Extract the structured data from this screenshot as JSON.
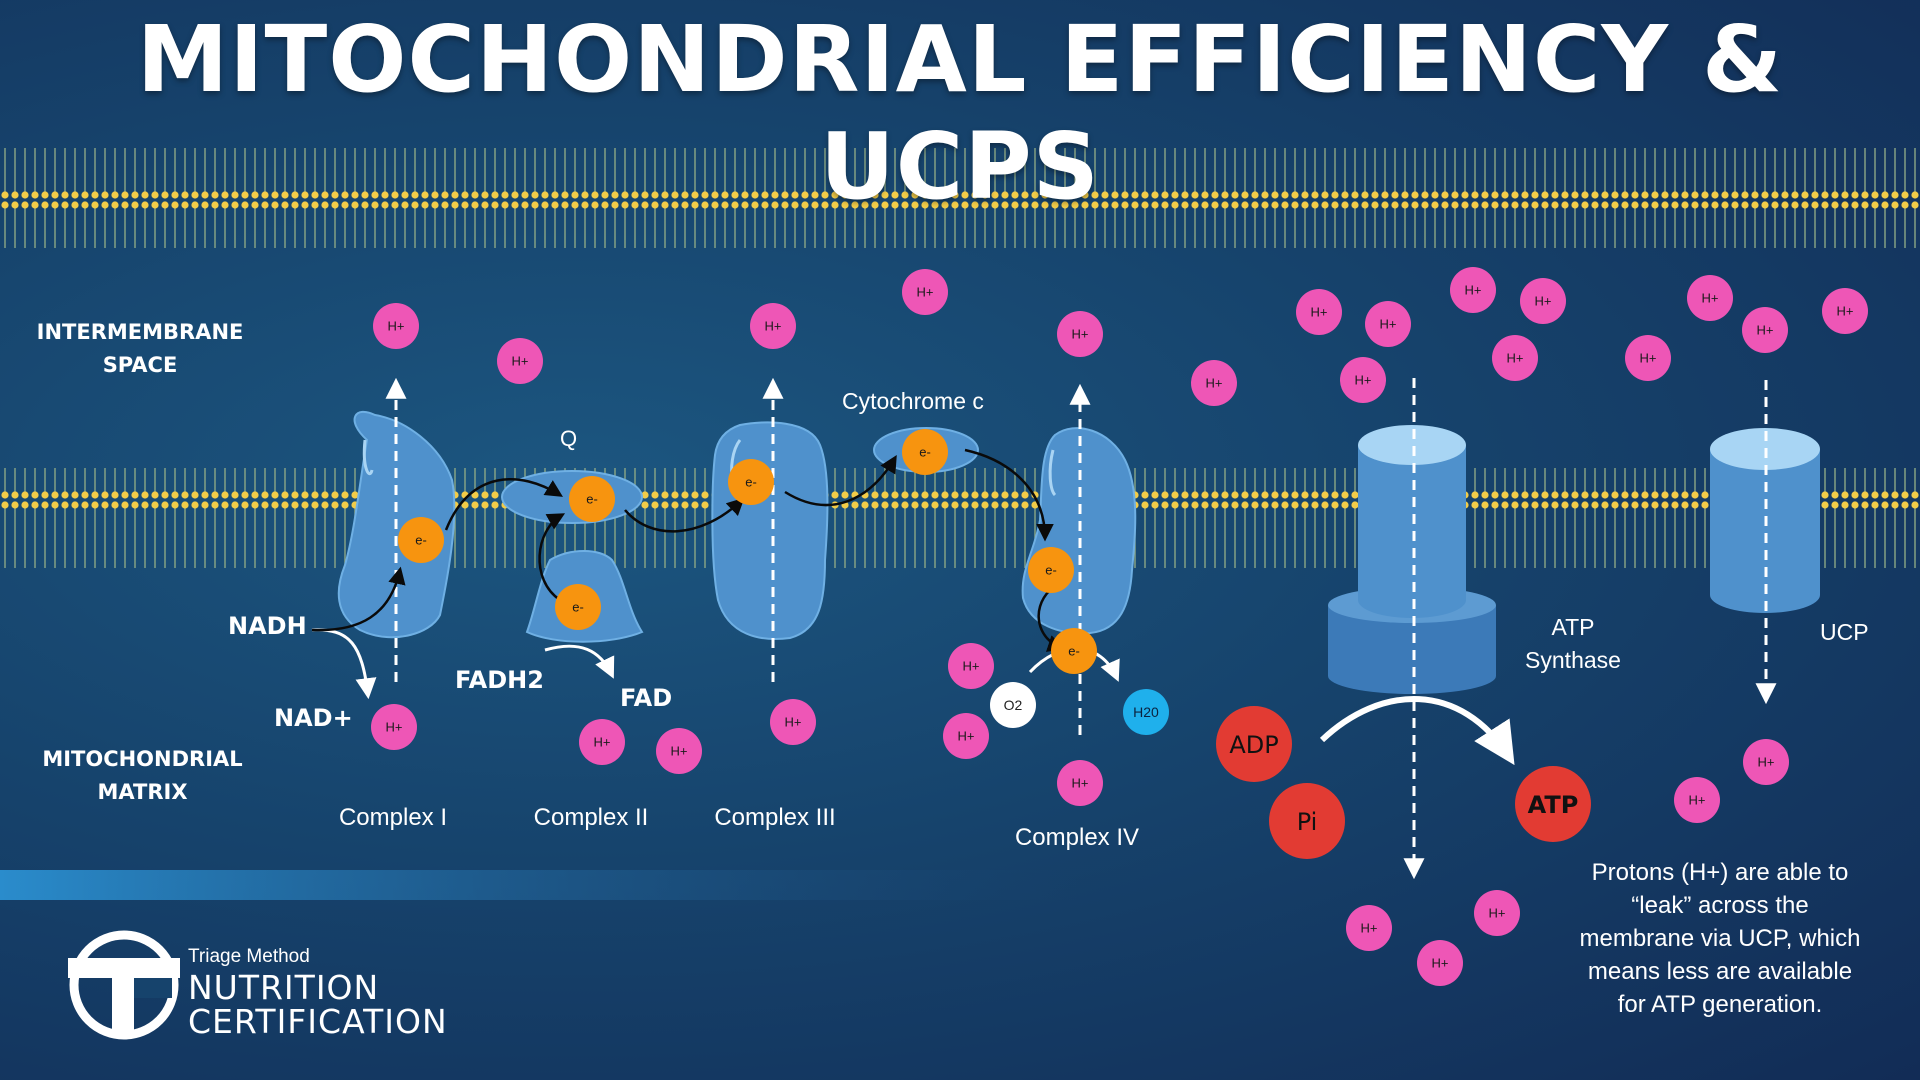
{
  "title": "MITOCHONDRIAL EFFICIENCY & UCPS",
  "regions": {
    "intermembrane_line1": "INTERMEMBRANE",
    "intermembrane_line2": "SPACE",
    "matrix_line1": "MITOCHONDRIAL",
    "matrix_line2": "MATRIX"
  },
  "complexes": [
    "Complex I",
    "Complex II",
    "Complex III",
    "Complex IV"
  ],
  "carriers": {
    "q": "Q",
    "cytochrome_c": "Cytochrome c"
  },
  "molecules": {
    "nadh": "NADH",
    "nad_plus": "NAD+",
    "fadh2": "FADH2",
    "fad": "FAD",
    "o2": "O2",
    "h2o": "H20",
    "adp": "ADP",
    "pi": "Pi",
    "atp": "ATP"
  },
  "particle_labels": {
    "proton": "H+",
    "electron": "e-"
  },
  "atp_synthase": {
    "line1": "ATP",
    "line2": "Synthase"
  },
  "ucp": "UCP",
  "note": [
    "Protons (H+) are able to",
    "“leak” across the",
    "membrane via UCP, which",
    "means less are available",
    "for ATP generation."
  ],
  "logo": {
    "small": "Triage Method",
    "line1": "NUTRITION",
    "line2": "CERTIFICATION"
  },
  "colors": {
    "background": "#16436c",
    "proton": "#ee56b6",
    "electron": "#f7940f",
    "protein": "#4f91cc",
    "lipid_head": "#f2cc48",
    "atp_molecule": "#e23b33",
    "water": "#1fb0ec"
  }
}
